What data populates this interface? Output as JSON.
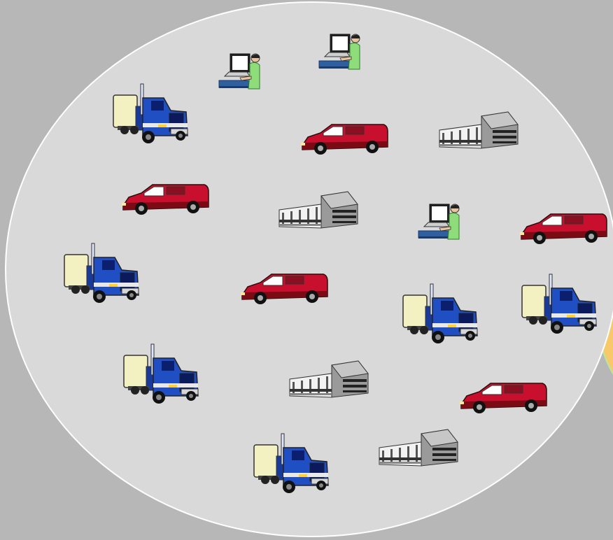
{
  "colors": {
    "background": "#b7b7b7",
    "main_ellipse_fill": "#d9d9d9",
    "main_ellipse_stroke": "#ffffff",
    "side_shape_fill": "#f8c96b",
    "side_shape_stroke": "#b9e6a0",
    "truck_cab": "#1f4fc2",
    "truck_trailer": "#f3f0c2",
    "van_body": "#c8102e",
    "building_gray": "#9a9a9a",
    "operator_shirt": "#8fdc7a"
  },
  "items": [
    {
      "type": "operator",
      "icon": "computer-operator-icon"
    },
    {
      "type": "operator",
      "icon": "computer-operator-icon"
    },
    {
      "type": "truck",
      "icon": "semi-truck-icon"
    },
    {
      "type": "van",
      "icon": "van-icon"
    },
    {
      "type": "building",
      "icon": "warehouse-building-icon"
    },
    {
      "type": "van",
      "icon": "van-icon"
    },
    {
      "type": "building",
      "icon": "warehouse-building-icon"
    },
    {
      "type": "operator",
      "icon": "computer-operator-icon"
    },
    {
      "type": "van",
      "icon": "van-icon"
    },
    {
      "type": "truck",
      "icon": "semi-truck-icon"
    },
    {
      "type": "van",
      "icon": "van-icon"
    },
    {
      "type": "truck",
      "icon": "semi-truck-icon"
    },
    {
      "type": "truck",
      "icon": "semi-truck-icon"
    },
    {
      "type": "truck",
      "icon": "semi-truck-icon"
    },
    {
      "type": "building",
      "icon": "warehouse-building-icon"
    },
    {
      "type": "van",
      "icon": "van-icon"
    },
    {
      "type": "truck",
      "icon": "semi-truck-icon"
    },
    {
      "type": "building",
      "icon": "warehouse-building-icon"
    }
  ]
}
